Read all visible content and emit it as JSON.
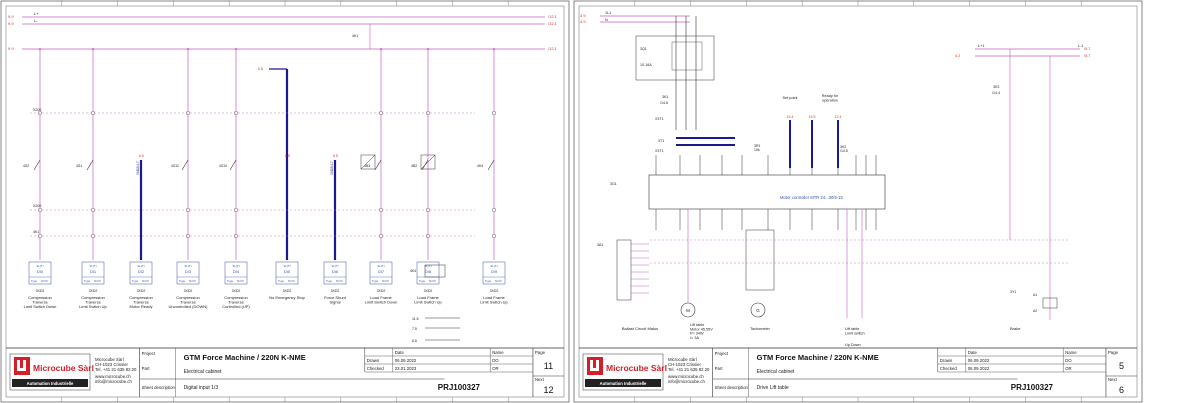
{
  "colors": {
    "wire": "#c060c0",
    "wire_dark": "#7a2a8a",
    "ref_red": "#e03030",
    "component_blue": "#1a1a8c",
    "terminal_blue": "#3a55a6",
    "frame": "#333333",
    "logo_red": "#d41f2a"
  },
  "sheets": [
    {
      "project_label": "Project",
      "project_title": "GTM Force Machine / 220N K-NME",
      "part_label": "Part",
      "part_value": "Electrical cabinet",
      "sheet_desc_label": "Sheet description",
      "sheet_desc_value": "Digital input 1/3",
      "company_name": "Microcube Sàrl",
      "company_address1": "CH-1023 Crissier",
      "company_phone": "Tel. +41 21 635 82 20",
      "company_web": "www.microcube.ch",
      "company_email": "info@microcube.ch",
      "logo_text": "Microcube Sàrl",
      "logo_sub": "Automation Industrielle",
      "col_date": "Date",
      "col_name": "Name",
      "drawn_label": "Drawn",
      "drawn_date": "06.09.2022",
      "drawn_name": "DO",
      "checked_label": "Checked",
      "checked_date": "23.01.2023",
      "checked_name": "OR",
      "page_label": "Page",
      "page_value": "11",
      "next_label": "Next",
      "next_value": "12",
      "doc_number": "PRJ100327",
      "rails": {
        "l_plus_left": "L+",
        "l_minus_left": "L-",
        "ref_top1": "9.9",
        "ref_top2": "9.9",
        "ref_right1": "/12.1",
        "ref_right2": "/12.1",
        "ref_mid_left": "9.9",
        "ref_mid_right": "/12.1"
      },
      "channels": [
        {
          "device": "4S2",
          "input": "DI0",
          "caption": "Compression\nTraverse\nLimit Switch Down",
          "term": "3XD2"
        },
        {
          "device": "4S1",
          "input": "DI1",
          "caption": "Compression\nTraverse\nLimit Switch Up",
          "term": "3XD2"
        },
        {
          "device": "3XD2/4.7",
          "input": "DI2",
          "caption": "Compression\nTraverse\nMotor Ready",
          "term": "3XD2"
        },
        {
          "device": "4S11",
          "input": "DI3",
          "caption": "Compression\nTraverse\nUncontrolled (DOWN)",
          "term": "3XD2"
        },
        {
          "device": "4S10",
          "input": "DI4",
          "caption": "Compression\nTraverse\nControlled (UP)",
          "term": "3XD2"
        },
        {
          "device": "",
          "input": "DI5",
          "caption": "No Emergency Stop",
          "term": "3XD2"
        },
        {
          "device": "3XD2/4.7",
          "input": "DI6",
          "caption": "Force Shunt\nSignal",
          "term": "3XD2"
        },
        {
          "device": "4B3",
          "input": "DI7",
          "caption": "Load Frame\nLimit Switch Down",
          "term": "3XD2"
        },
        {
          "device": "4B2",
          "input": "DI8",
          "caption": "Load Frame\nLimit Switch Up",
          "term": "3XD2"
        },
        {
          "device": "4K4",
          "input": "DI9",
          "caption": "Load Frame\nLimit Switch Up",
          "term": "3XD2"
        }
      ]
    },
    {
      "project_label": "Project",
      "project_title": "GTM Force Machine / 220N K-NME",
      "part_label": "Part",
      "part_value": "Electrical cabinet",
      "sheet_desc_label": "Sheet description",
      "sheet_desc_value": "Drive Lift table",
      "company_name": "Microcube Sàrl",
      "company_address1": "CH-1023 Crissier",
      "company_phone": "Tel. +41 21 635 82 20",
      "company_web": "www.microcube.ch",
      "company_email": "info@microcube.ch",
      "logo_text": "Microcube Sàrl",
      "logo_sub": "Automation Industrielle",
      "col_date": "Date",
      "col_name": "Name",
      "drawn_label": "Drawn",
      "drawn_date": "06.09.2022",
      "drawn_name": "DO",
      "checked_label": "Checked",
      "checked_date": "06.09.2022",
      "checked_name": "OR",
      "page_label": "Page",
      "page_value": "5",
      "next_label": "Next",
      "next_value": "6",
      "doc_number": "PRJ100327",
      "labels": {
        "motor_controller": "Motor controller MTR 24...30/5-15",
        "set_point": "Set point",
        "ready_for_operation": "Ready for\noperation",
        "ballast_circuit": "Ballast  Circuit  Malus",
        "lift_table": "Lift table\nMotor 45.55V\nP= 34W\nI= 3A",
        "tachometer": "Tachometer",
        "lift_table_switch": "Lift table\nLimit switch",
        "up_down": "Up    Down",
        "brake": "Brake",
        "breaker_rating": "10-16A",
        "contactor": "3K1",
        "contactor_ref": "/14.6",
        "pot": "3R1\n10k",
        "brake_relay": "3K3",
        "brake_relay_ref": "/14.4",
        "relay_3k2": "3K2\n/14.5",
        "ref_15_4": "15.4",
        "ref_15_5": "15.5",
        "ref_12_4": "12.4",
        "rail_l1": "1L1",
        "rail_n": "N",
        "ref_left1": "3.9",
        "ref_left2": "4.9",
        "ref_brake_left": "4.2",
        "ref_brake_r1": "/5.7",
        "ref_brake_r2": "/5.7",
        "l_plus": "L+1",
        "l_minus": "L-1"
      }
    }
  ]
}
